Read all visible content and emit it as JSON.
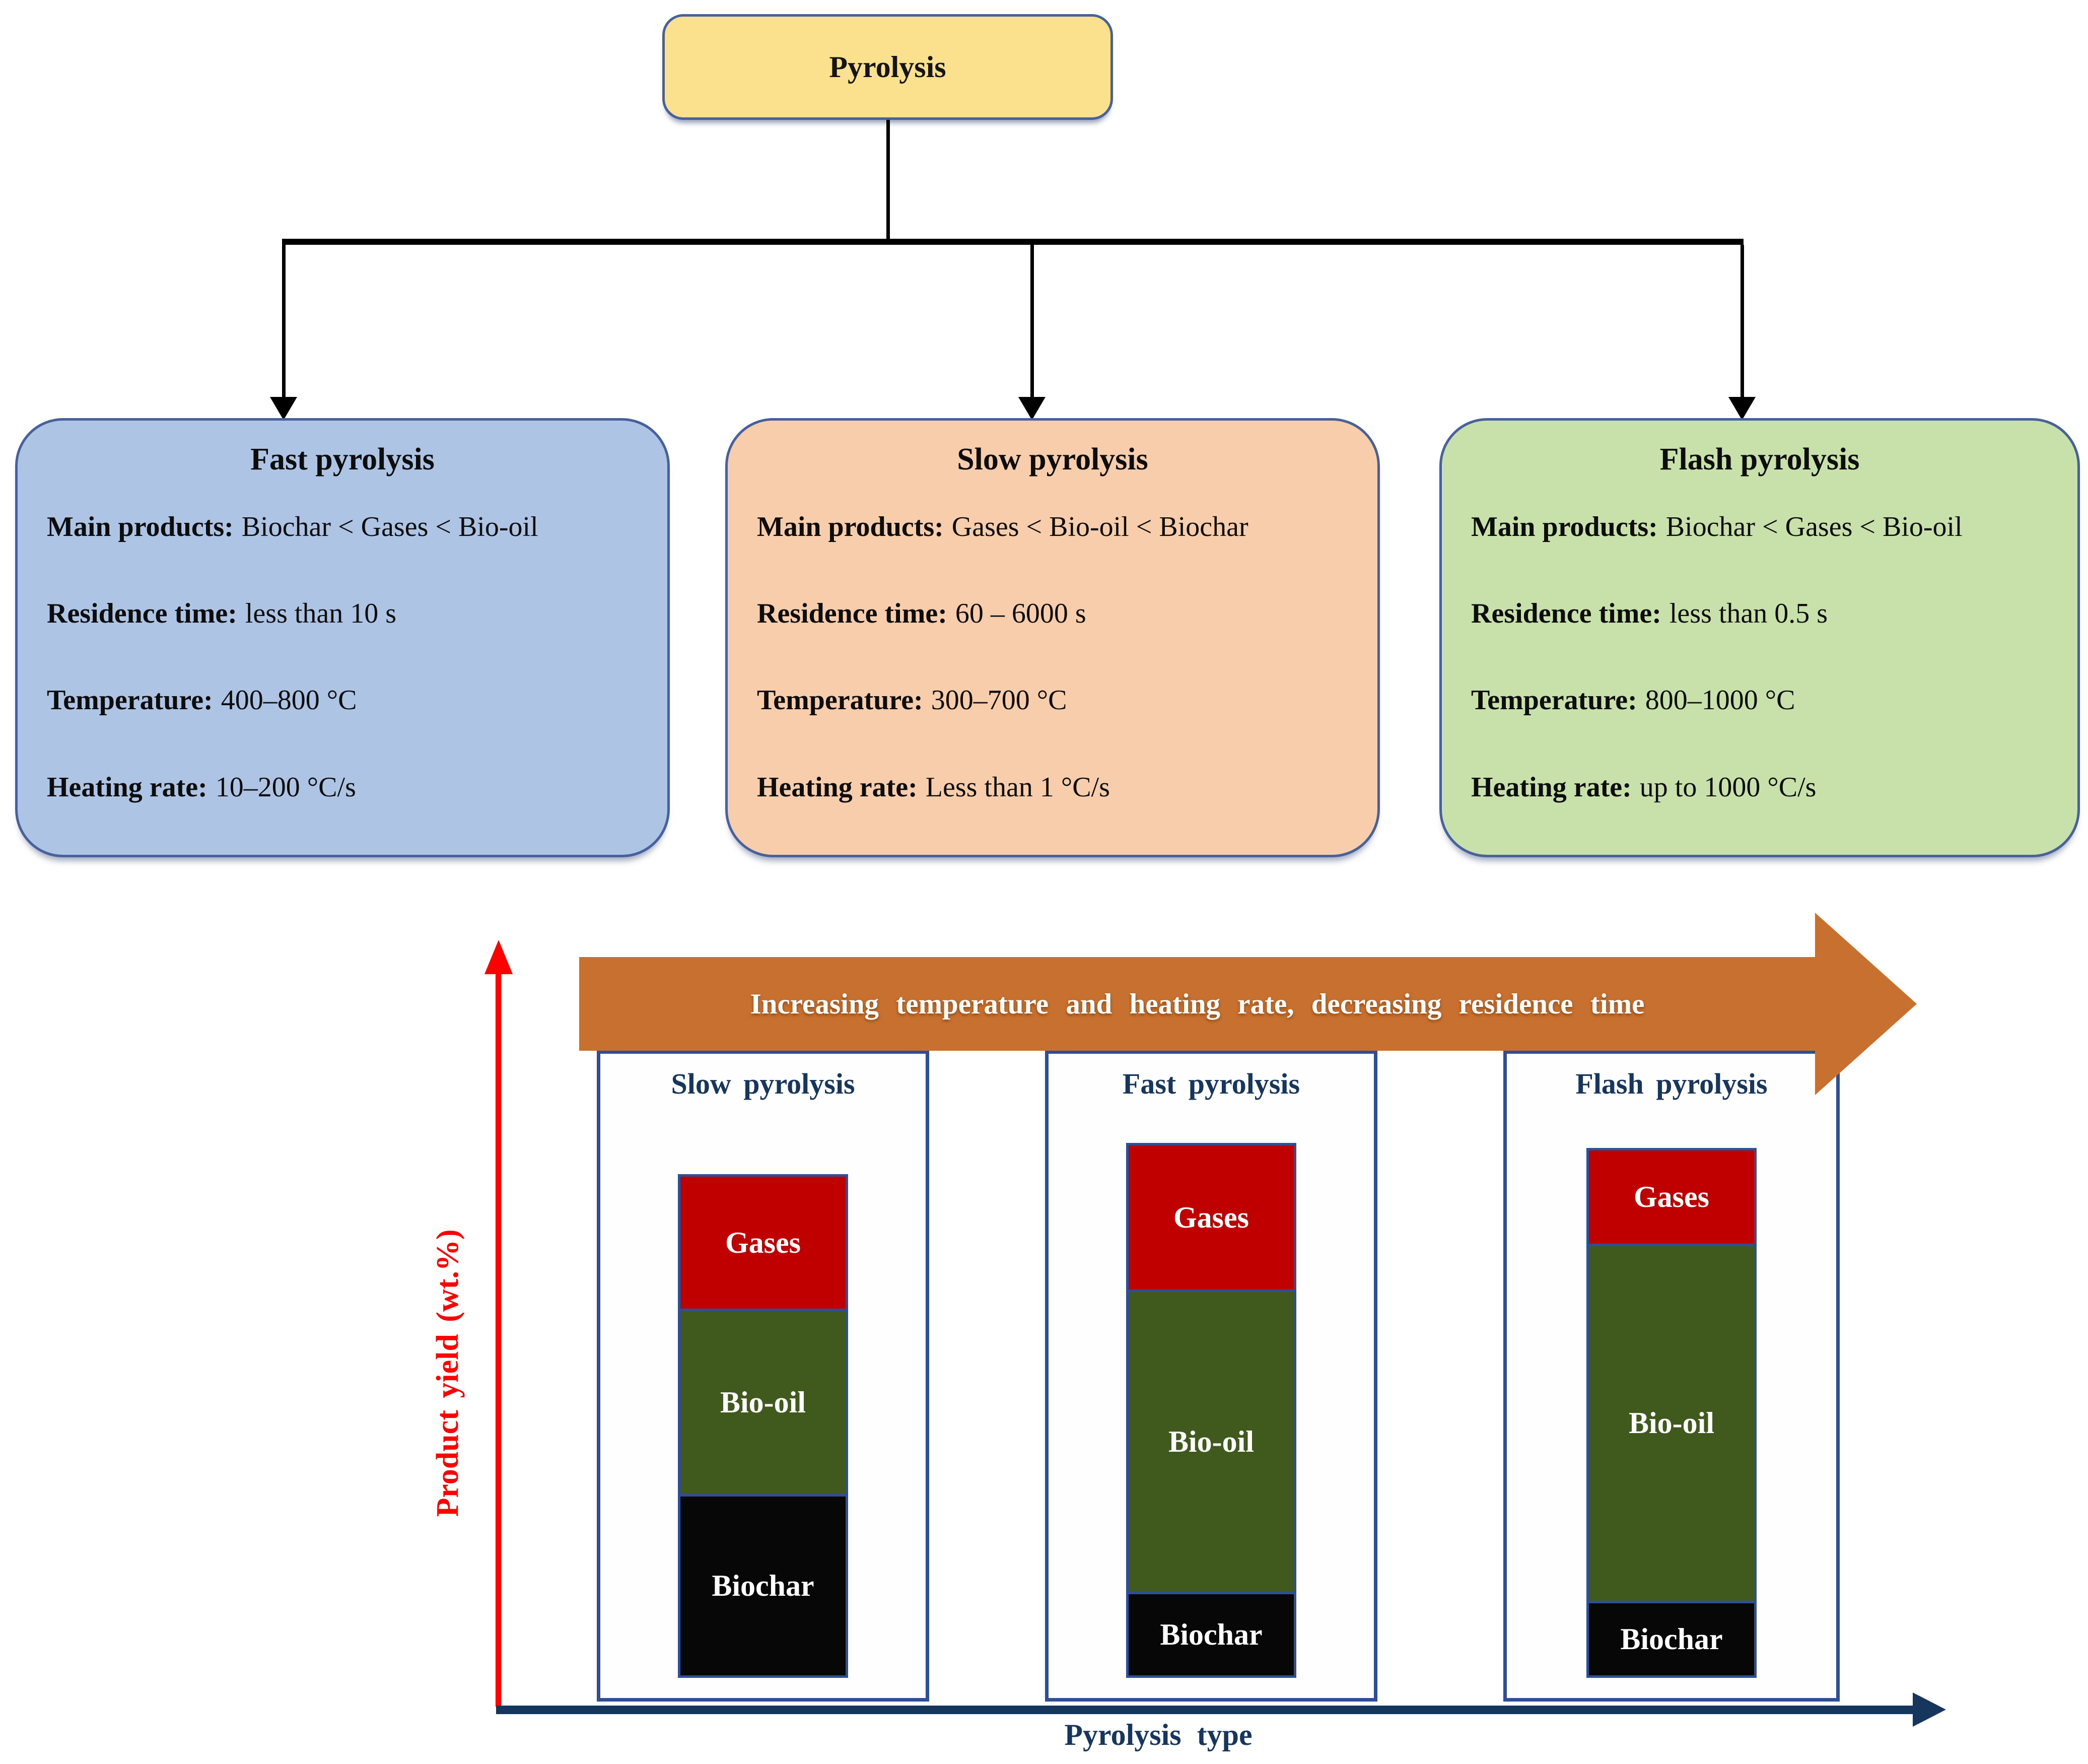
{
  "flowchart": {
    "root_label": "Pyrolysis",
    "root_bg": "#FBE18E",
    "boxes": [
      {
        "title": "Fast pyrolysis",
        "bg": "#AEC4E5",
        "fields": [
          {
            "label": "Main products:",
            "value": "Biochar < Gases < Bio-oil"
          },
          {
            "label": "Residence time:",
            "value": "less than 10 s"
          },
          {
            "label": "Temperature:",
            "value": "400–800 °C"
          },
          {
            "label": "Heating rate:",
            "value": "10–200 °C/s"
          }
        ]
      },
      {
        "title": "Slow pyrolysis",
        "bg": "#F8CDAB",
        "fields": [
          {
            "label": "Main products:",
            "value": "Gases < Bio-oil < Biochar"
          },
          {
            "label": "Residence time:",
            "value": "60 – 6000 s"
          },
          {
            "label": "Temperature:",
            "value": "300–700 °C"
          },
          {
            "label": "Heating rate:",
            "value": "Less than 1 °C/s"
          }
        ]
      },
      {
        "title": "Flash pyrolysis",
        "bg": "#C8E0AA",
        "fields": [
          {
            "label": "Main products:",
            "value": "Biochar < Gases < Bio-oil"
          },
          {
            "label": "Residence time:",
            "value": "less than 0.5 s"
          },
          {
            "label": "Temperature:",
            "value": "800–1000 °C"
          },
          {
            "label": "Heating rate:",
            "value": "up to 1000 °C/s"
          }
        ]
      }
    ]
  },
  "chart_data": {
    "type": "bar",
    "stacked": true,
    "categories": [
      "Slow pyrolysis",
      "Fast pyrolysis",
      "Flash pyrolysis"
    ],
    "series": [
      {
        "name": "Gases",
        "values": [
          25,
          26,
          14
        ]
      },
      {
        "name": "Bio-oil",
        "values": [
          38,
          63,
          77
        ]
      },
      {
        "name": "Biochar",
        "values": [
          37,
          11,
          9
        ]
      }
    ],
    "unit": "wt.%",
    "xlabel": "Pyrolysis type",
    "ylabel": "Product yield (wt.%)",
    "ylim": [
      0,
      100
    ],
    "grid": false,
    "legend_position": "labels-inside-segments",
    "annotation": "Increasing temperature and heating rate, decreasing residence time",
    "colors": {
      "Gases": "#C00000",
      "Bio-oil": "#40591D",
      "Biochar": "#070707"
    }
  },
  "colors": {
    "box_border": "#46619C",
    "panel_border": "#2E4F96",
    "banner_orange": "#C8702F",
    "axis_red": "#FE0000",
    "navy": "#17365D"
  }
}
